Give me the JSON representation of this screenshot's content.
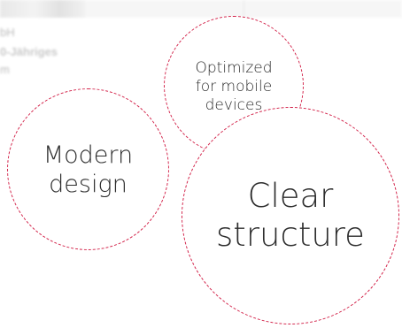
{
  "background": {
    "line1": "bH",
    "line2": "0-Jähriges",
    "line3": "m"
  },
  "circles": {
    "mobile": "Optimized\nfor mobile\ndevices",
    "modern": "Modern\ndesign",
    "clear": "Clear\nstructure"
  },
  "colors": {
    "accent": "#d3234a",
    "text": "#2d2d2d"
  }
}
